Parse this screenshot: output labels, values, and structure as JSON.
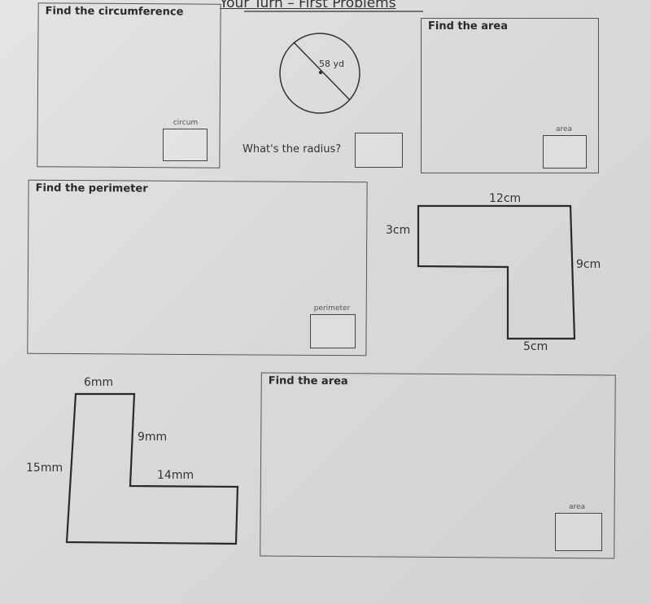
{
  "page_title": "Your Turn – First Problems",
  "circumference": {
    "title": "Find the circumference",
    "answer_label": "circum"
  },
  "circle": {
    "diameter_label": "58 yd",
    "radius_question": "What's the radius?"
  },
  "area_top": {
    "title": "Find the area",
    "answer_label": "area"
  },
  "perimeter": {
    "title": "Find the perimeter",
    "answer_label": "perimeter"
  },
  "shape_cm": {
    "top": "12cm",
    "left": "3cm",
    "right": "9cm",
    "bottom": "5cm"
  },
  "shape_mm": {
    "top": "6mm",
    "inner_vertical": "9mm",
    "left": "15mm",
    "inner_horizontal": "14mm"
  },
  "area_bottom": {
    "title": "Find the area",
    "answer_label": "area"
  }
}
